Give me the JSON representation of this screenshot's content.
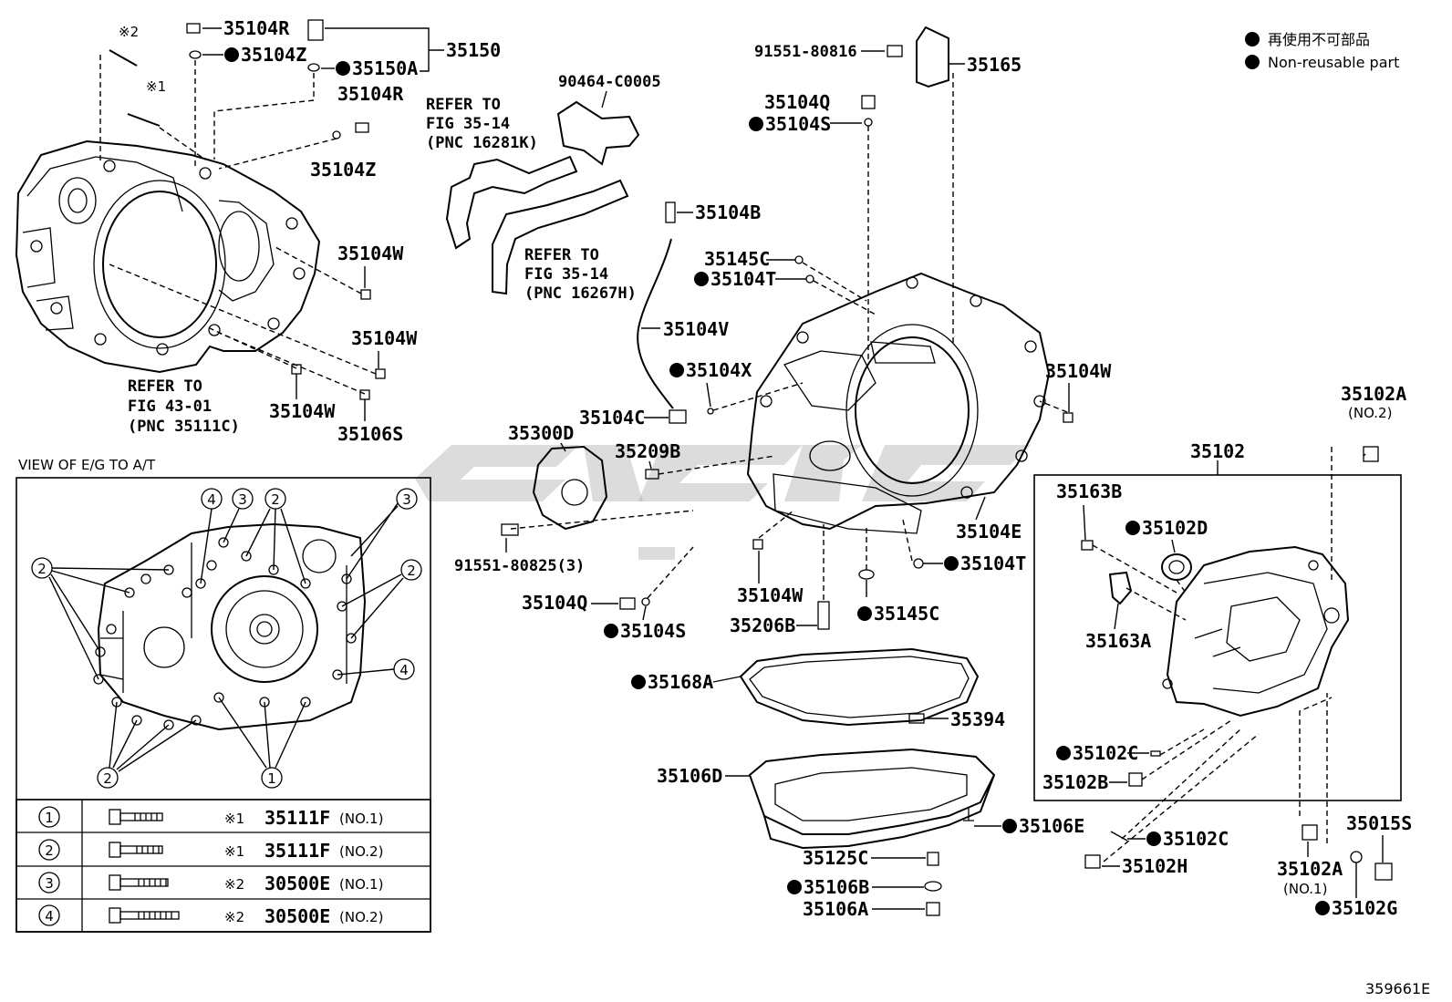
{
  "legend": {
    "non_reusable_jp": "再使用不可部品",
    "non_reusable_en": "Non-reusable part"
  },
  "figure_id": "359661E",
  "view_title": "VIEW OF E/G TO A/T",
  "refer": {
    "r1": [
      "REFER TO",
      "FIG 35-14",
      "(PNC 16281K)"
    ],
    "r2": [
      "REFER TO",
      "FIG 35-14",
      "(PNC 16267H)"
    ],
    "r3": [
      "REFER TO",
      "FIG 43-01",
      "(PNC 35111C)"
    ]
  },
  "marks": {
    "m1": "※1",
    "m2": "※2"
  },
  "parts": {
    "p35104R_a": "35104R",
    "p35104Z_a": "35104Z",
    "p35150A": "35150A",
    "p35150": "35150",
    "p35104R_b": "35104R",
    "p35104Z_b": "35104Z",
    "p35104W_a": "35104W",
    "p35104W_b": "35104W",
    "p35104W_c": "35104W",
    "p35106S": "35106S",
    "p90464": "90464-C0005",
    "p91551_816": "91551-80816",
    "p35165": "35165",
    "p35104Q_a": "35104Q",
    "p35104S_a": "35104S",
    "p35104B": "35104B",
    "p35145C_a": "35145C",
    "p35104T_a": "35104T",
    "p35104V": "35104V",
    "p35104X": "35104X",
    "p35104C": "35104C",
    "p35104W_d": "35104W",
    "p35300D": "35300D",
    "p35209B": "35209B",
    "p91551_825": "91551-80825(3)",
    "p35104E": "35104E",
    "p35104T_b": "35104T",
    "p35104Q_b": "35104Q",
    "p35104S_b": "35104S",
    "p35104W_e": "35104W",
    "p35145C_b": "35145C",
    "p35206B": "35206B",
    "p35168A": "35168A",
    "p35394": "35394",
    "p35106D": "35106D",
    "p35106E": "35106E",
    "p35125C": "35125C",
    "p35106B": "35106B",
    "p35106A": "35106A",
    "p35102A_top": "35102A",
    "no2": "(NO.2)",
    "p35102": "35102",
    "p35163B": "35163B",
    "p35102D": "35102D",
    "p35163A": "35163A",
    "p35102C_a": "35102C",
    "p35102B": "35102B",
    "p35102C_b": "35102C",
    "p35102H": "35102H",
    "p35102A_bot": "35102A",
    "no1": "(NO.1)",
    "p35015S": "35015S",
    "p35102G": "35102G"
  },
  "callouts": {
    "c1": "1",
    "c2": "2",
    "c3": "3",
    "c4": "4"
  },
  "bolt_table": [
    {
      "idx": "1",
      "mark": "※1",
      "part": "35111F",
      "no": "(NO.1)"
    },
    {
      "idx": "2",
      "mark": "※1",
      "part": "35111F",
      "no": "(NO.2)"
    },
    {
      "idx": "3",
      "mark": "※2",
      "part": "30500E",
      "no": "(NO.1)"
    },
    {
      "idx": "4",
      "mark": "※2",
      "part": "30500E",
      "no": "(NO.2)"
    }
  ]
}
